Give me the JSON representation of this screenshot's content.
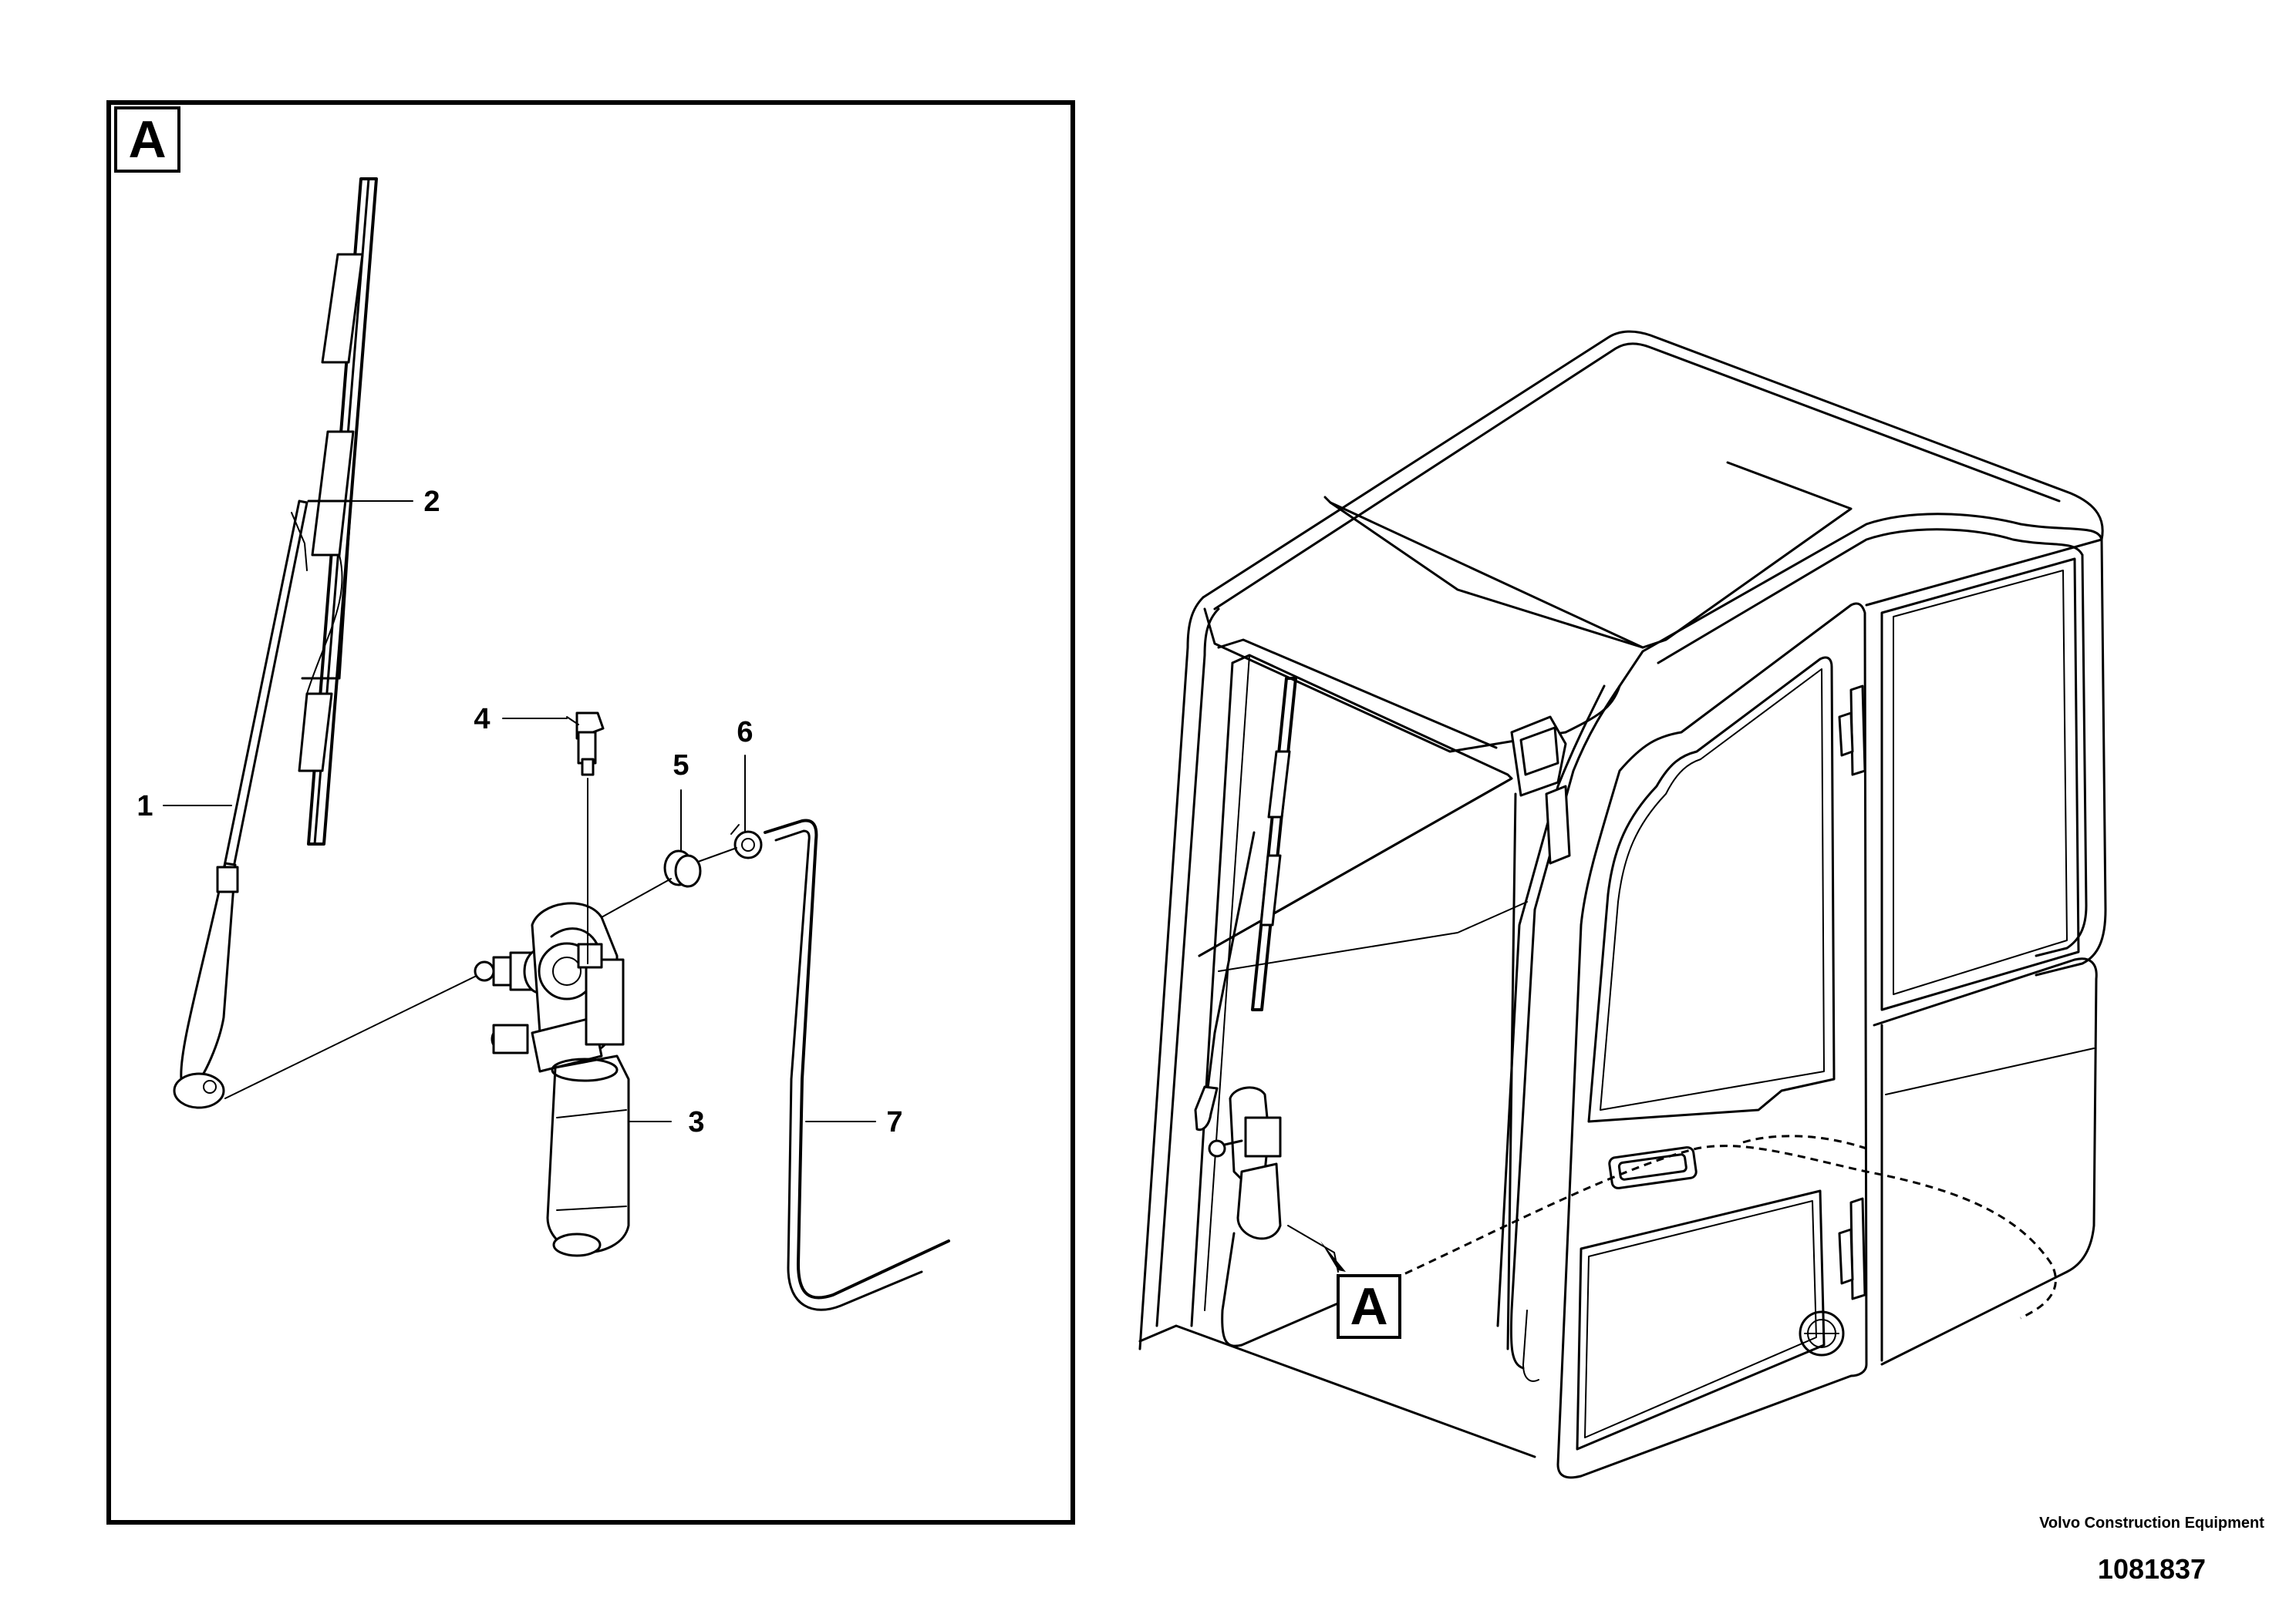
{
  "detail_view": {
    "label": "A",
    "callouts": [
      {
        "id": "1",
        "text": "1"
      },
      {
        "id": "2",
        "text": "2"
      },
      {
        "id": "3",
        "text": "3"
      },
      {
        "id": "4",
        "text": "4"
      },
      {
        "id": "5",
        "text": "5"
      },
      {
        "id": "6",
        "text": "6"
      },
      {
        "id": "7",
        "text": "7"
      }
    ]
  },
  "cab_view": {
    "detail_label": "A"
  },
  "footer": {
    "publisher": "Volvo Construction Equipment",
    "drawing_number": "1081837"
  }
}
